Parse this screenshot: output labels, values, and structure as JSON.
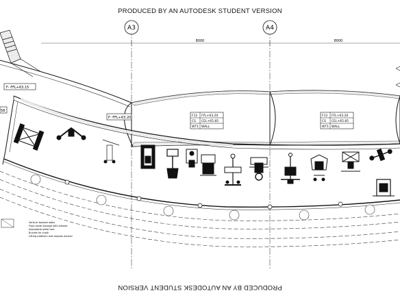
{
  "watermark_top": "PRODUCED BY AN AUTODESK STUDENT VERSION",
  "watermark_bottom": "PRODUCED BY AN AUTODESK STUDENT VERSION",
  "gridlines": [
    {
      "label": "A3"
    },
    {
      "label": "A4"
    }
  ],
  "dimensions": [
    "8000",
    "8000"
  ],
  "level_tags": [
    {
      "text": "F- FFL+63.15"
    },
    {
      "text": "F- FFL+63.20"
    },
    {
      "text": "58"
    }
  ],
  "finish_tables": [
    {
      "rows": [
        [
          "F12",
          "FFL+63.20"
        ],
        [
          "CS",
          "CEL+65.85"
        ],
        [
          "WT1",
          "WALL"
        ]
      ]
    },
    {
      "rows": [
        [
          "F12",
          "FFL+63.20"
        ],
        [
          "CS",
          "CEL+65.85"
        ],
        [
          "WT1",
          "WALL"
        ]
      ]
    }
  ],
  "notes": [
    "Vertical banked stalls",
    "Floor plate storage with wheels",
    "Adjustable plate tree",
    "Bucket for chalk",
    "Lifting platform mat w/pads w/chair"
  ],
  "colors": {
    "line": "#111111",
    "hatch": "#bdbdbd",
    "grid": "#444444"
  }
}
